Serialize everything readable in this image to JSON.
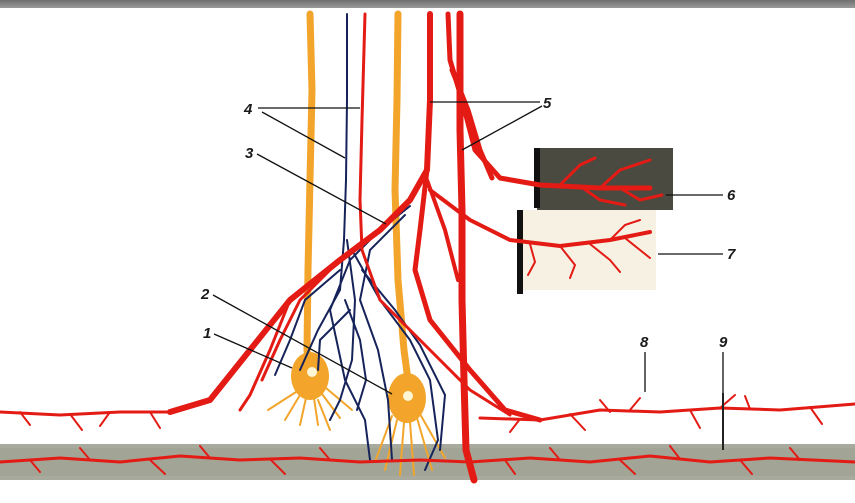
{
  "figure": {
    "labels": [
      {
        "id": "1",
        "text": "1"
      },
      {
        "id": "2",
        "text": "2"
      },
      {
        "id": "3",
        "text": "3"
      },
      {
        "id": "4",
        "text": "4"
      },
      {
        "id": "5",
        "text": "5"
      },
      {
        "id": "6",
        "text": "6"
      },
      {
        "id": "7",
        "text": "7"
      },
      {
        "id": "8",
        "text": "8"
      },
      {
        "id": "9",
        "text": "9"
      }
    ]
  },
  "colors": {
    "artery": "#e31b14",
    "nerve": "#16235a",
    "neuron": "#f2a52a",
    "dark_tissue": "#4a4a40",
    "grey_layer": "#a7aa9c",
    "pale_tissue": "#f6f1e2"
  }
}
